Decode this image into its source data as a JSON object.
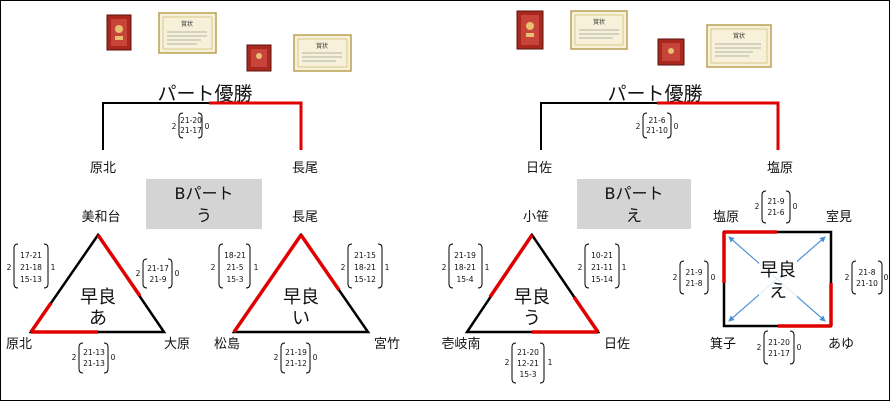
{
  "colors": {
    "win_line": "#e00000",
    "line": "#000000",
    "badge_bg": "#d4d4d4",
    "cross": "#4a8ed6",
    "plaque": "#a8281e"
  },
  "awards": [
    {
      "left_plaque": "plaque-icon",
      "right_certificate": "certificate-icon",
      "certificate_heading": "賞状"
    }
  ],
  "left": {
    "final_title": "パート優勝",
    "final_left_team": "原北",
    "final_right_team": "長尾",
    "final_score": {
      "left_sets": "2",
      "games": [
        "21-20",
        "21-17"
      ],
      "right_sets": "0"
    },
    "badge_line1": "Bパート",
    "badge_line2": "う",
    "group_a": {
      "label_line1": "早良",
      "label_line2": "あ",
      "top_team": "美和台",
      "bottom_left_team": "原北",
      "bottom_right_team": "大原",
      "left_edge": {
        "left_sets": "2",
        "games": [
          "17-21",
          "21-18",
          "15-13"
        ],
        "right_sets": "1"
      },
      "right_edge": {
        "left_sets": "2",
        "games": [
          "21-17",
          "21-9"
        ],
        "right_sets": "0"
      },
      "bottom_edge": {
        "left_sets": "2",
        "games": [
          "21-13",
          "21-13"
        ],
        "right_sets": "0"
      }
    },
    "group_i": {
      "label_line1": "早良",
      "label_line2": "い",
      "top_team": "長尾",
      "bottom_left_team": "松島",
      "bottom_right_team": "宮竹",
      "left_edge": {
        "left_sets": "2",
        "games": [
          "18-21",
          "21-5",
          "15-3"
        ],
        "right_sets": "1"
      },
      "right_edge": {
        "left_sets": "2",
        "games": [
          "21-15",
          "18-21",
          "15-12"
        ],
        "right_sets": "1"
      },
      "bottom_edge": {
        "left_sets": "2",
        "games": [
          "21-19",
          "21-12"
        ],
        "right_sets": "0"
      }
    }
  },
  "right": {
    "final_title": "パート優勝",
    "final_left_team": "日佐",
    "final_right_team": "塩原",
    "final_score": {
      "left_sets": "2",
      "games": [
        "21-6",
        "21-10"
      ],
      "right_sets": "0"
    },
    "badge_line1": "Bパート",
    "badge_line2": "え",
    "group_u": {
      "label_line1": "早良",
      "label_line2": "う",
      "top_team": "小笹",
      "bottom_left_team": "壱岐南",
      "bottom_right_team": "日佐",
      "left_edge": {
        "left_sets": "2",
        "games": [
          "21-19",
          "18-21",
          "15-4"
        ],
        "right_sets": "1"
      },
      "right_edge": {
        "left_sets": "2",
        "games": [
          "10-21",
          "21-11",
          "15-14"
        ],
        "right_sets": "1"
      },
      "bottom_edge": {
        "left_sets": "2",
        "games": [
          "21-20",
          "12-21",
          "15-3"
        ],
        "right_sets": "1"
      }
    },
    "group_e": {
      "label_line1": "早良",
      "label_line2": "え",
      "top_left_team": "塩原",
      "top_right_team": "室見",
      "bottom_left_team": "箕子",
      "bottom_right_team": "あゆ",
      "top_edge": {
        "left_sets": "2",
        "games": [
          "21-9",
          "21-6"
        ],
        "right_sets": "0"
      },
      "left_edge": {
        "left_sets": "2",
        "games": [
          "21-9",
          "21-8"
        ],
        "right_sets": "0"
      },
      "right_edge": {
        "left_sets": "2",
        "games": [
          "21-8",
          "21-10"
        ],
        "right_sets": "0"
      },
      "bottom_edge": {
        "left_sets": "2",
        "games": [
          "21-20",
          "21-17"
        ],
        "right_sets": "0"
      }
    }
  }
}
